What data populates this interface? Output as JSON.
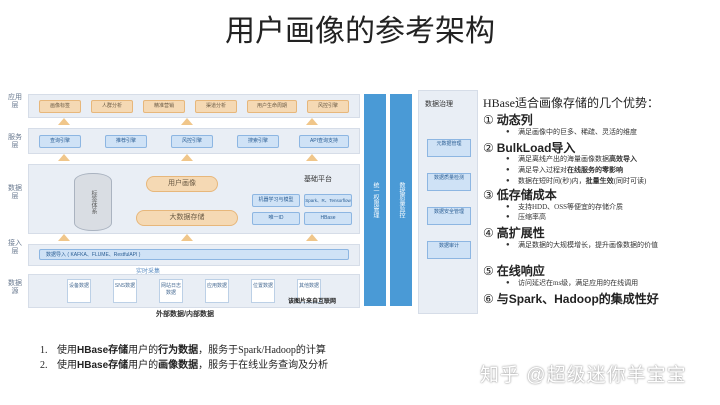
{
  "title": "用户画像的参考架构",
  "diagram": {
    "row_labels": [
      "应用层",
      "服务层",
      "数据层",
      "接入层",
      "数据源"
    ],
    "app_boxes": [
      "画像标签",
      "人群分析",
      "精准营销",
      "渠道分析",
      "用户生命周期",
      "风控引擎"
    ],
    "service_boxes": [
      "查询引擎",
      "推荐引擎",
      "风控引擎",
      "搜索引擎",
      "API查询支持"
    ],
    "data_layer": {
      "cylinder": "标签体系",
      "user_profile": "用户画像",
      "big_data_storage": "大数据存储",
      "platform_title": "基础平台",
      "platform_boxes": [
        "机器学习与模型",
        "Spark、R、Tensorflow",
        "唯一ID",
        "HBase"
      ]
    },
    "ingest": "数据导入 ( KAFKA、FLUME、RestfulAPI )",
    "ingest_sub": "实时采集",
    "sources": [
      "设备数据",
      "SNS数据",
      "网站日志数据",
      "应用数据",
      "位置数据",
      "其他数据"
    ],
    "sources_caption": "外部数据/内部数据",
    "credit": "该图片来自互联网",
    "vbars": [
      "统一权限管理",
      "数据质量监控"
    ],
    "governance": {
      "title": "数据治理",
      "items": [
        "元数据管理",
        "数据质量检测",
        "数据安全管理",
        "数据审计"
      ]
    }
  },
  "advantages": {
    "title": "HBase适合画像存储的几个优势：",
    "items": [
      {
        "num": "①",
        "head": "动态列",
        "points": [
          [
            "满足画像中的巨多、稀疏、灵活的维度",
            ""
          ]
        ]
      },
      {
        "num": "②",
        "head": "BulkLoad导入",
        "points": [
          [
            "满足离线产出的海量画像数据",
            "高效导入"
          ],
          [
            "满足导入过程对",
            "在线服务的零影响"
          ],
          [
            "数据在短时间(秒)内，",
            "批量生效",
            "(同时可读)"
          ]
        ]
      },
      {
        "num": "③",
        "head": "低存储成本",
        "points": [
          [
            "支持HDD、OSS等便宜的存储介质",
            ""
          ],
          [
            "压缩率高",
            ""
          ]
        ]
      },
      {
        "num": "④",
        "head": "高扩展性",
        "points": [
          [
            "满足数据的大规模增长，提升画像数据的价值",
            ""
          ]
        ]
      },
      {
        "num": "⑤",
        "head": "在线响应",
        "points": [
          [
            "访问延迟在ms级，满足应用的在线调用",
            ""
          ]
        ]
      },
      {
        "num": "⑥",
        "head": "与Spark、Hadoop的集成性好",
        "points": []
      }
    ]
  },
  "notes": [
    {
      "num": "1.",
      "pre": "使用",
      "b1": "HBase存储",
      "mid": "用户的",
      "b2": "行为数据",
      "post": "，服务于Spark/Hadoop的计算"
    },
    {
      "num": "2.",
      "pre": "使用",
      "b1": "HBase存储",
      "mid": "用户的",
      "b2": "画像数据",
      "post": "，服务于在线业务查询及分析"
    }
  ],
  "watermark": "知乎 @超级迷你羊宝宝"
}
